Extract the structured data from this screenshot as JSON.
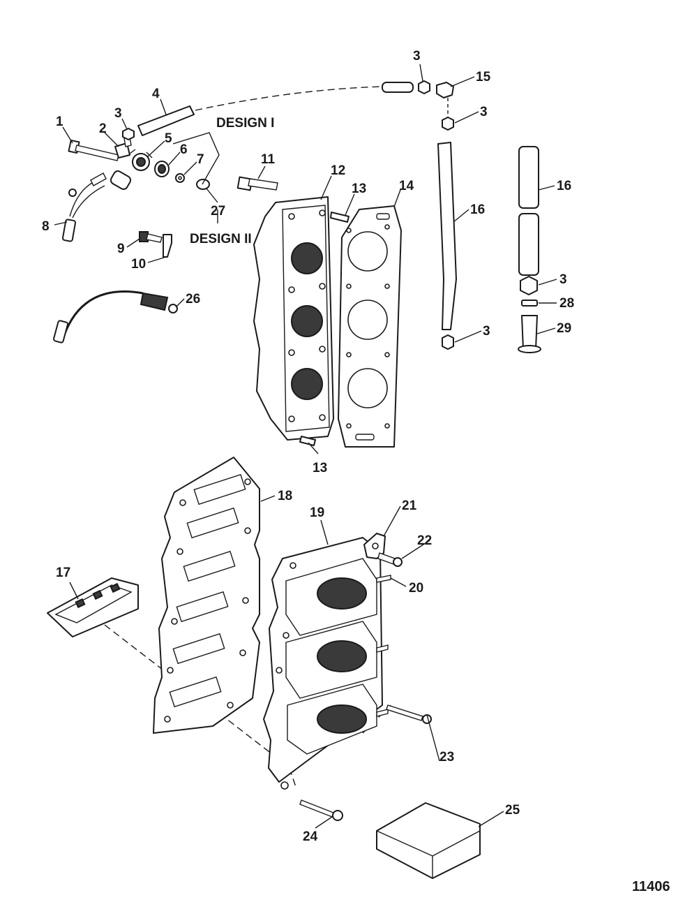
{
  "figure_number": "11406",
  "design_labels": {
    "design_1": "DESIGN I",
    "design_2": "DESIGN II"
  },
  "callouts": {
    "c1": "1",
    "c2": "2",
    "c3a": "3",
    "c4": "4",
    "c5": "5",
    "c6": "6",
    "c7": "7",
    "c8": "8",
    "c9": "9",
    "c10": "10",
    "c11": "11",
    "c12": "12",
    "c13a": "13",
    "c13b": "13",
    "c14": "14",
    "c3b": "3",
    "c15": "15",
    "c3c": "3",
    "c16a": "16",
    "c16b": "16",
    "c3d": "3",
    "c28": "28",
    "c29": "29",
    "c3e": "3",
    "c26": "26",
    "c27": "27",
    "c17": "17",
    "c18": "18",
    "c19": "19",
    "c20": "20",
    "c21": "21",
    "c22": "22",
    "c23": "23",
    "c24": "24",
    "c25": "25"
  }
}
